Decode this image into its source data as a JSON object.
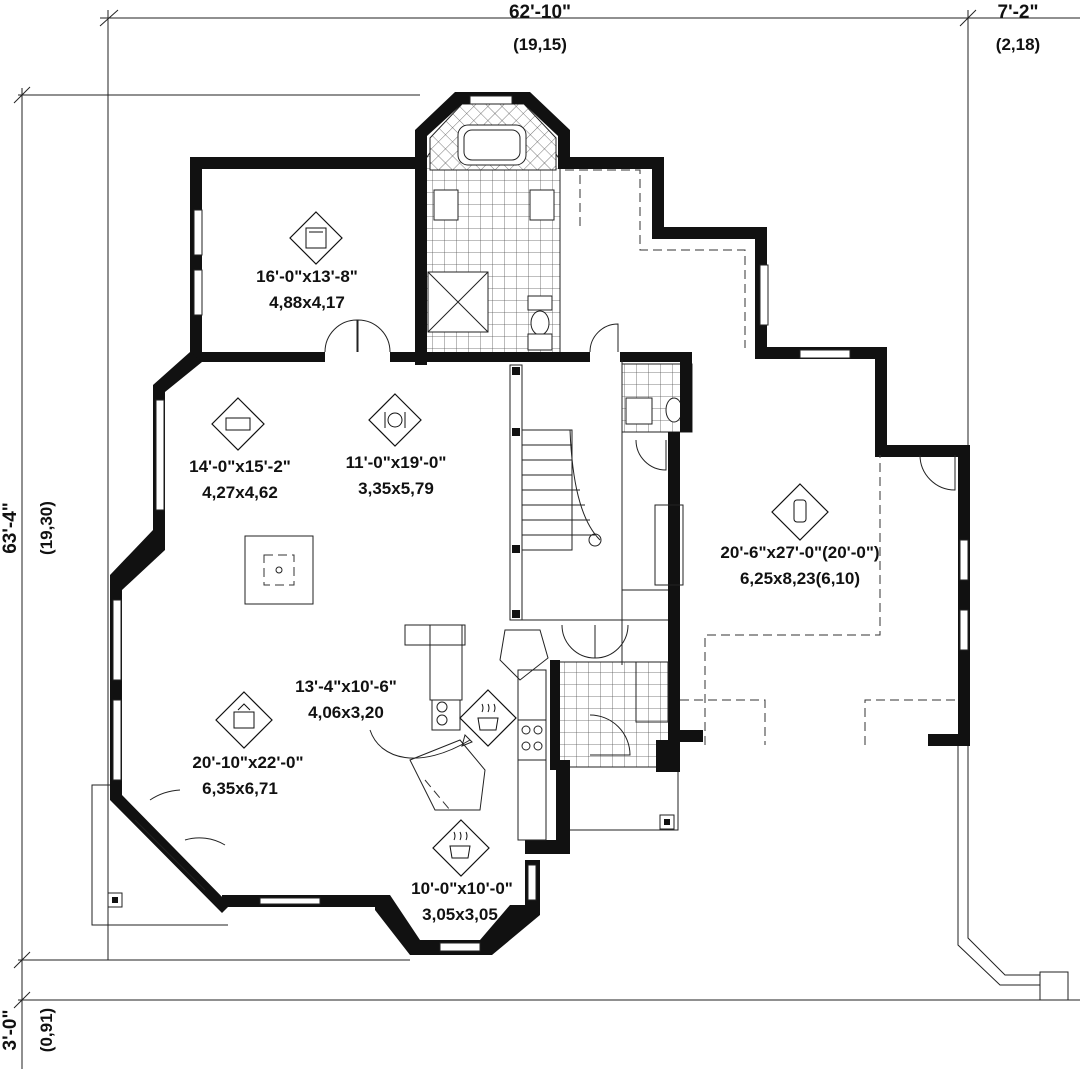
{
  "dimensions": {
    "top_main": {
      "imperial": "62'-10\"",
      "metric": "(19,15)"
    },
    "top_side": {
      "imperial": "7'-2\"",
      "metric": "(2,18)"
    },
    "left_main": {
      "imperial": "63'-4\"",
      "metric": "(19,30)"
    },
    "left_bottom": {
      "imperial": "3'-0\"",
      "metric": "(0,91)"
    }
  },
  "rooms": {
    "bedroom": {
      "icon": "bed-icon",
      "imperial": "16'-0\"x13'-8\"",
      "metric": "4,88x4,17"
    },
    "living": {
      "icon": "sofa-icon",
      "imperial": "14'-0\"x15'-2\"",
      "metric": "4,27x4,62"
    },
    "dining": {
      "icon": "plate-icon",
      "imperial": "11'-0\"x19'-0\"",
      "metric": "3,35x5,79"
    },
    "garage": {
      "icon": "car-icon",
      "imperial": "20'-6\"x27'-0\"(20'-0\")",
      "metric": "6,25x8,23(6,10)"
    },
    "kitchen": {
      "icon": "stove-icon",
      "imperial": "13'-4\"x10'-6\"",
      "metric": "4,06x3,20"
    },
    "family": {
      "icon": "tv-icon",
      "imperial": "20'-10\"x22'-0\"",
      "metric": "6,35x6,71"
    },
    "breakfast": {
      "icon": "coffee-icon",
      "imperial": "10'-0\"x10'-0\"",
      "metric": "3,05x3,05"
    }
  }
}
